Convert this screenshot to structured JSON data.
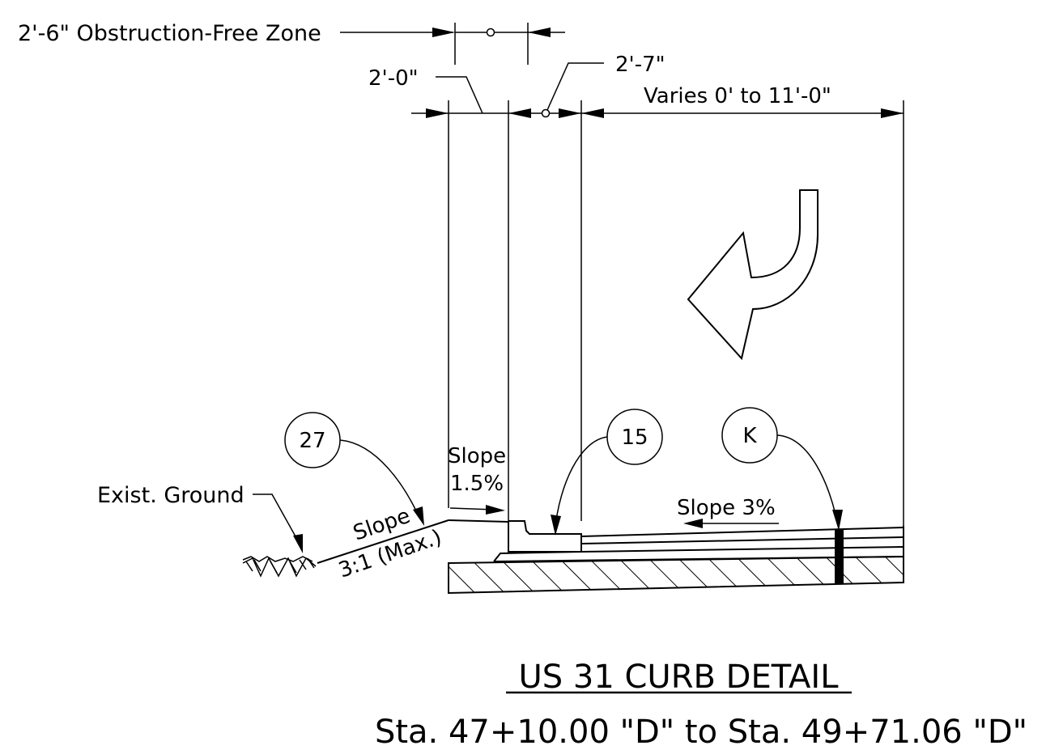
{
  "dimensions": {
    "obstruction_free_zone": "2'-6\" Obstruction-Free Zone",
    "two_zero": "2'-0\"",
    "two_seven": "2'-7\"",
    "varies": "Varies 0' to 11'-0\""
  },
  "callouts": {
    "c27": "27",
    "c15": "15",
    "cK": "K"
  },
  "notes": {
    "exist_ground": "Exist. Ground",
    "slope_left_1": "Slope",
    "slope_left_2": "1.5%",
    "slope_3_1_a": "Slope",
    "slope_3_1_b": "3:1 (Max.)",
    "slope_3pct": "Slope 3%"
  },
  "title": {
    "main": "US 31 CURB DETAIL",
    "stations": "Sta. 47+10.00 \"D\" to Sta. 49+71.06 \"D\""
  },
  "colors": {
    "ink": "#000000",
    "paper": "#ffffff"
  }
}
